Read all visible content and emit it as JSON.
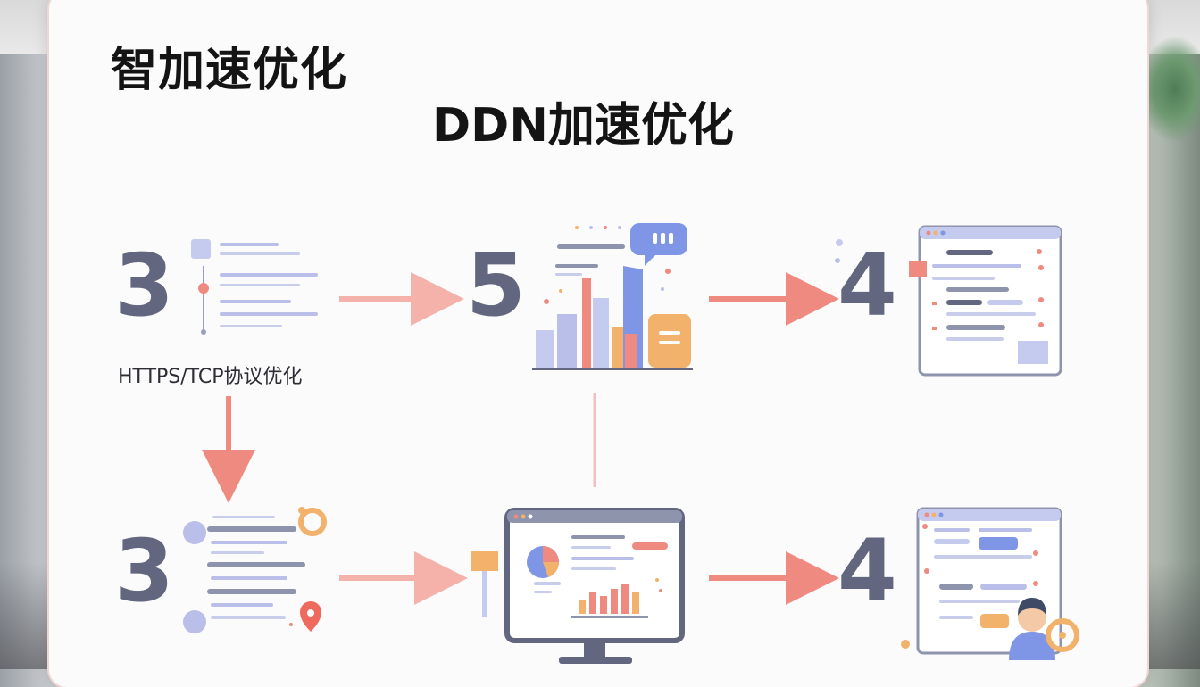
{
  "header": {
    "title": "智加速优化",
    "subtitle": "DDN加速优化"
  },
  "steps": {
    "top_left": {
      "number": "3",
      "caption": "HTTPS/TCP协议优化"
    },
    "top_middle": {
      "number": "5"
    },
    "top_right": {
      "number": "4"
    },
    "bottom_left": {
      "number": "3"
    },
    "bottom_right": {
      "number": "4"
    }
  },
  "colors": {
    "accent_red": "#ef8a80",
    "slate": "#62667f",
    "blue": "#7f95e6",
    "orange": "#f3b26b",
    "lavender": "#b9bfe8"
  }
}
